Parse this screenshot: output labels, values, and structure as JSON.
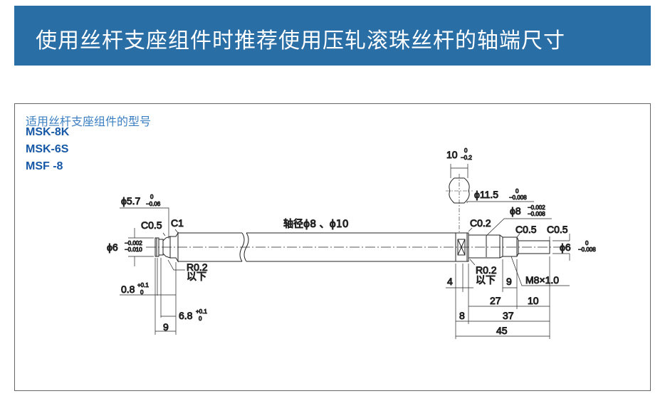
{
  "header": {
    "title": "使用丝杆支座组件时推荐使用压轧滚珠丝杆的轴端尺寸"
  },
  "models": {
    "heading": "适用丝杆支座组件的型号",
    "items": [
      "MSK-8K",
      "MSK-6S",
      "MSF -8"
    ]
  },
  "left": {
    "d57": "ϕ5.7",
    "d57_up": "0",
    "d57_lo": "−0.06",
    "c05": "C0.5",
    "c1": "C1",
    "d6": "ϕ6",
    "d6_up": "−0.002",
    "d6_lo": "−0.010",
    "r02": "R0.2",
    "below": "以下",
    "w08": "0.8",
    "w08_up": "+0.1",
    "w08_lo": "0",
    "w68": "6.8",
    "w68_up": "+0.1",
    "w68_lo": "0",
    "w9": "9"
  },
  "center": {
    "shaft": "轴径ϕ8 、ϕ10"
  },
  "right": {
    "w10": "10",
    "w10_up": "0",
    "w10_lo": "−0.2",
    "d115": "ϕ11.5",
    "d115_up": "0",
    "d115_lo": "−0.008",
    "d8": "ϕ8",
    "d8_up": "−0.002",
    "d8_lo": "−0.008",
    "c02": "C0.2",
    "c05a": "C0.5",
    "c05b": "C0.5",
    "d6": "ϕ6",
    "d6_up": "0",
    "d6_lo": "−0.008",
    "r02": "R0.2",
    "below": "以下",
    "w4": "4",
    "w9": "9",
    "thread": "M8×1.0",
    "w27": "27",
    "w10b": "10",
    "w8": "8",
    "w37": "37",
    "w45": "45"
  }
}
